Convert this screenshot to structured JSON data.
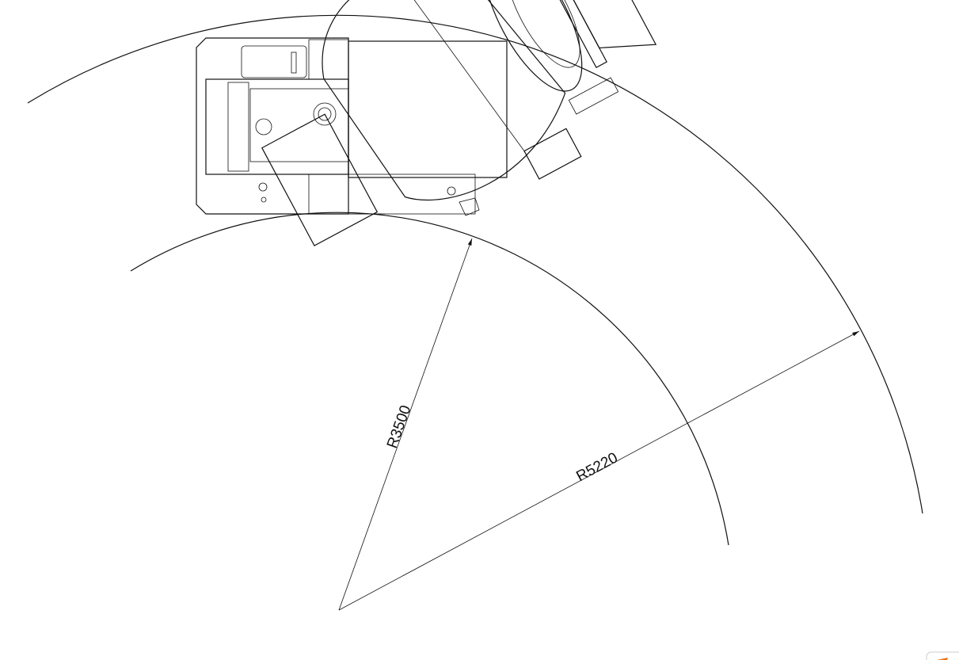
{
  "drawing": {
    "inner_radius_label": "R3500",
    "outer_radius_label": "R5220",
    "inner_radius_mm": 3500,
    "outer_radius_mm": 5220,
    "line_color": "#111111",
    "background": "#ffffff"
  }
}
